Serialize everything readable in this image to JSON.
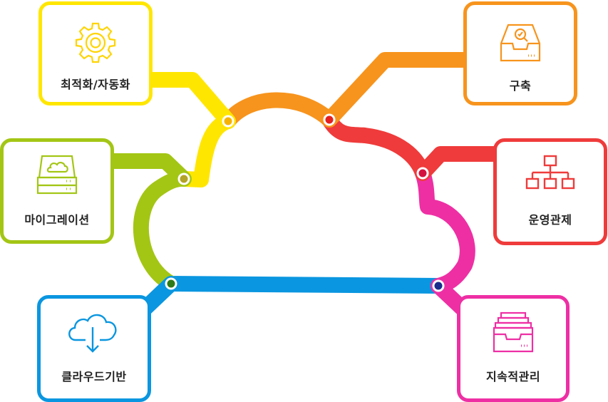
{
  "nodes": [
    {
      "id": "optimization",
      "label": "최적화/자동화",
      "color": "#ffe600",
      "icon": "gear-icon"
    },
    {
      "id": "build",
      "label": "구축",
      "color": "#f7941d",
      "icon": "inbox-search-icon"
    },
    {
      "id": "migration",
      "label": "마이그레이션",
      "color": "#a3c615",
      "icon": "server-cloud-icon"
    },
    {
      "id": "monitoring",
      "label": "운영관제",
      "color": "#ef3b3b",
      "icon": "network-hierarchy-icon"
    },
    {
      "id": "cloud-based",
      "label": "클라우드기반",
      "color": "#0a96e0",
      "icon": "cloud-download-icon"
    },
    {
      "id": "maintenance",
      "label": "지속적관리",
      "color": "#ee2fa4",
      "icon": "archive-drawer-icon"
    }
  ],
  "cloud_segments": [
    {
      "color": "#ffe600"
    },
    {
      "color": "#f7941d"
    },
    {
      "color": "#ef3b3b"
    },
    {
      "color": "#ee2fa4"
    },
    {
      "color": "#0a96e0"
    },
    {
      "color": "#a3c615"
    }
  ]
}
